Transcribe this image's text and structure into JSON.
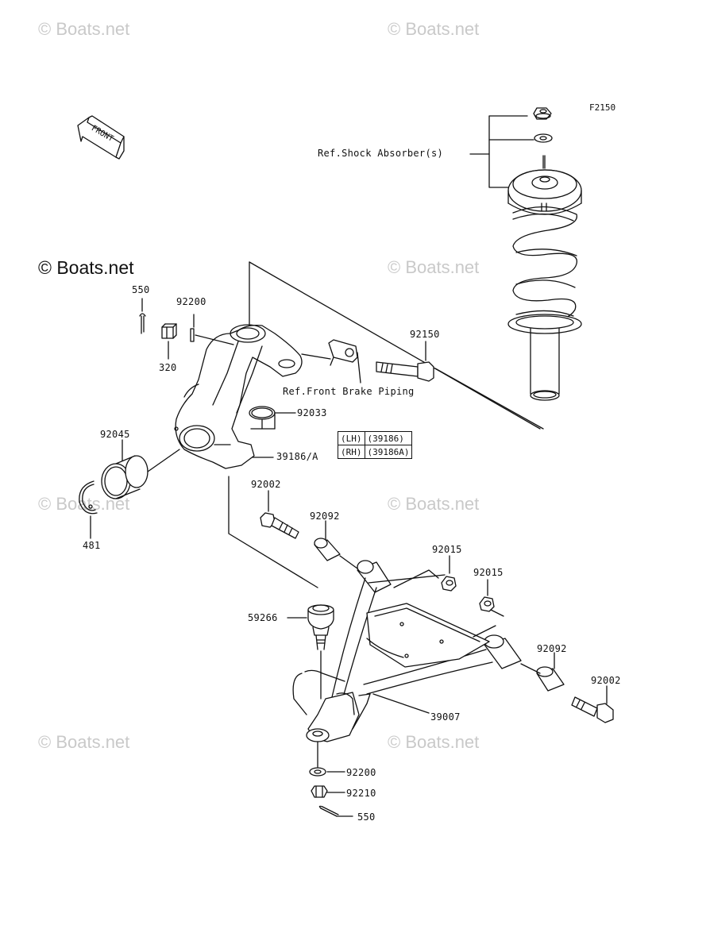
{
  "watermarks": {
    "text": "© Boats.net",
    "main_text": "© Boats.net"
  },
  "diagram_code": "F2150",
  "front_arrow_label": "FRONT",
  "references": {
    "shock_absorber": "Ref.Shock Absorber(s)",
    "front_brake_piping": "Ref.Front Brake Piping"
  },
  "parts": {
    "p550_top": "550",
    "p92200_top": "92200",
    "p320": "320",
    "p92150": "92150",
    "p92033": "92033",
    "p92045": "92045",
    "p39186a": "39186/A",
    "p481": "481",
    "p92002_left": "92002",
    "p92092_left": "92092",
    "p92015_a": "92015",
    "p92015_b": "92015",
    "p59266": "59266",
    "p92092_right": "92092",
    "p92002_right": "92002",
    "p39007": "39007",
    "p92200_bottom": "92200",
    "p92210": "92210",
    "p550_bottom": "550"
  },
  "variant_table": {
    "lh_side": "(LH)",
    "lh_part": "(39186)",
    "rh_side": "(RH)",
    "rh_part": "(39186A)"
  }
}
